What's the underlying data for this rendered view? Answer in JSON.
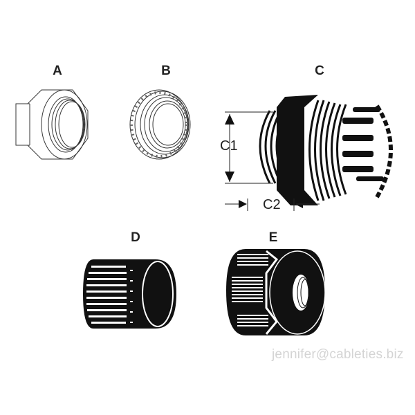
{
  "diagram": {
    "parts": [
      {
        "id": "A",
        "label": "A",
        "description": "hex lock nut"
      },
      {
        "id": "B",
        "label": "B",
        "description": "sealing washer ring"
      },
      {
        "id": "C",
        "label": "C",
        "description": "cable gland body with threads and claw",
        "dimensions": {
          "c1": "C1",
          "c2": "C2"
        }
      },
      {
        "id": "D",
        "label": "D",
        "description": "seal insert sleeve"
      },
      {
        "id": "E",
        "label": "E",
        "description": "dome cap nut"
      }
    ]
  },
  "watermark": "jennifer@cableties.biz",
  "colors": {
    "line": "#222222",
    "fill": "#1a1a1a",
    "watermark": "#d4d4d4"
  }
}
